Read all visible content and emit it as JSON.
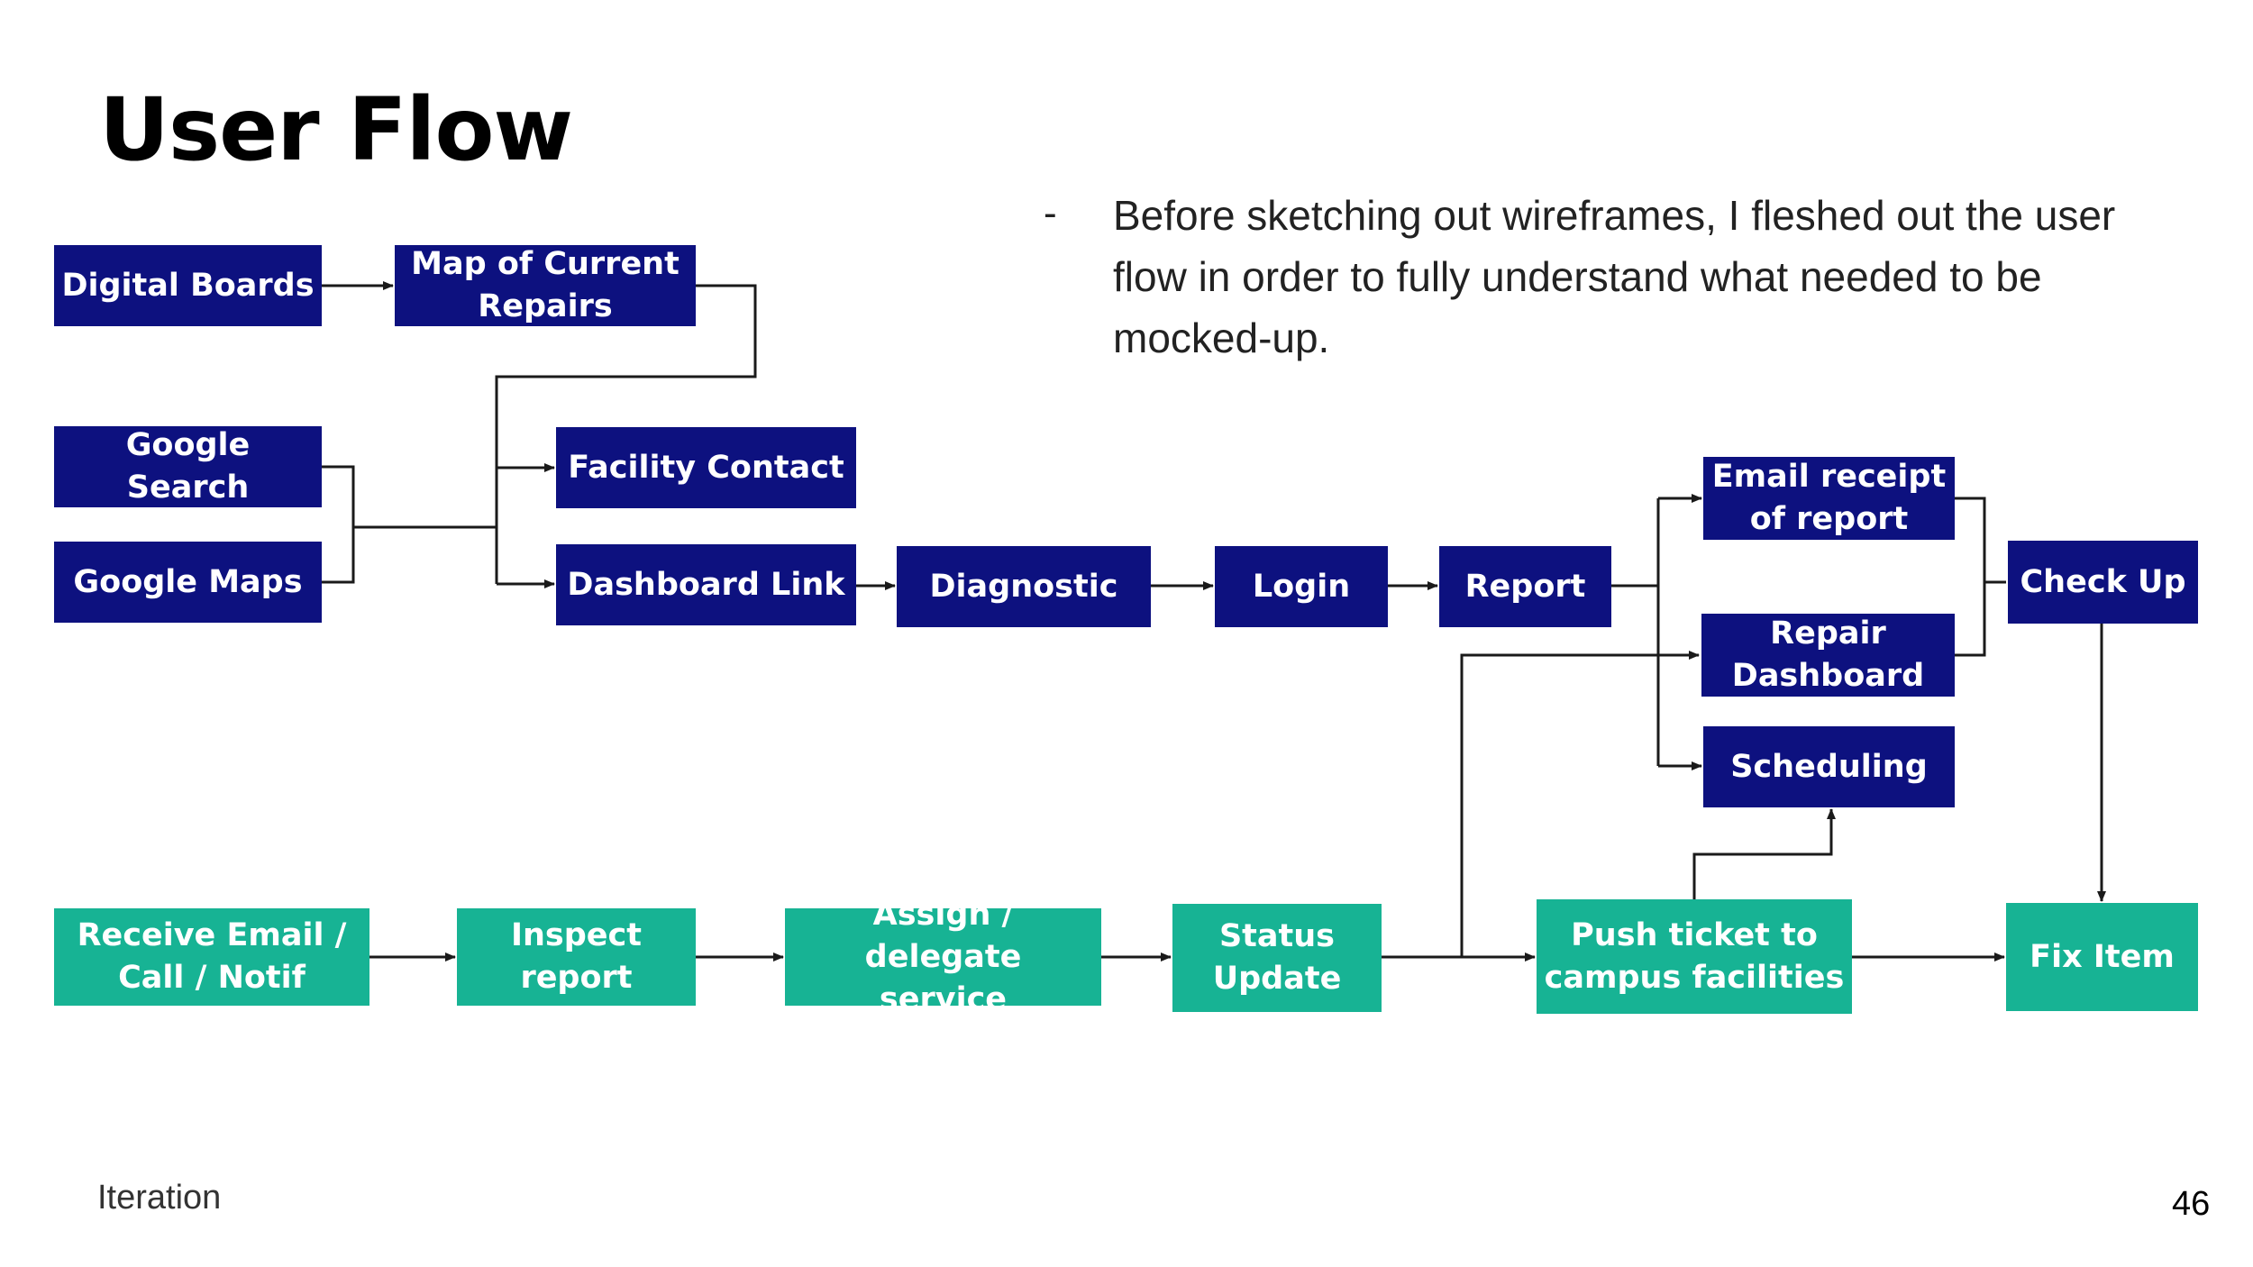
{
  "slide": {
    "title": "User Flow",
    "bullet_marker": "-",
    "bullet_text": "Before sketching out wireframes, I fleshed out the user flow in order to fully understand what needed to be mocked-up.",
    "footer_left": "Iteration",
    "page_number": "46"
  },
  "colors": {
    "navy_box": "#0d117f",
    "teal_box": "#17b394",
    "connector": "#1a1a1a"
  },
  "flow": {
    "digital_boards": "Digital Boards",
    "map_current_repairs": "Map of Current\nRepairs",
    "google_search": "Google Search",
    "google_maps": "Google Maps",
    "facility_contact": "Facility Contact",
    "dashboard_link": "Dashboard Link",
    "diagnostic": "Diagnostic",
    "login": "Login",
    "report": "Report",
    "email_receipt": "Email receipt\nof report",
    "repair_dashboard": "Repair\nDashboard",
    "scheduling": "Scheduling",
    "check_up": "Check Up",
    "receive_email": "Receive Email /\nCall / Notif",
    "inspect_report": "Inspect\nreport",
    "assign_delegate": "Assign / delegate\nservice",
    "status_update": "Status\nUpdate",
    "push_ticket": "Push ticket to\ncampus facilities",
    "fix_item": "Fix Item"
  }
}
